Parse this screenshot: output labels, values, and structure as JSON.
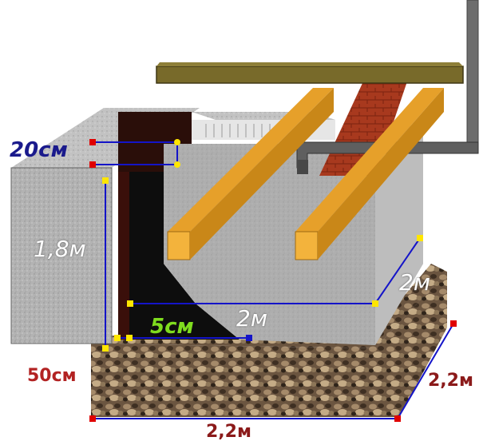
{
  "labels": {
    "wall_thickness": "20см",
    "pit_depth": "1,8м",
    "pit_width_front": "2м",
    "pit_length_side": "2м",
    "floor_thickness": "5см",
    "gravel_thickness": "50см",
    "base_side": "2,2м",
    "base_front": "2,2м"
  },
  "colors": {
    "dimension_line": "#1414c8",
    "wall_thickness_label": "#1a1a8c",
    "floor_thickness_label": "#7fdc1e",
    "gravel_label": "#b22222",
    "white_label": "#ffffff",
    "base_label": "#8b1a1a",
    "marker_yellow": "#ffe600",
    "marker_red": "#e00000"
  }
}
